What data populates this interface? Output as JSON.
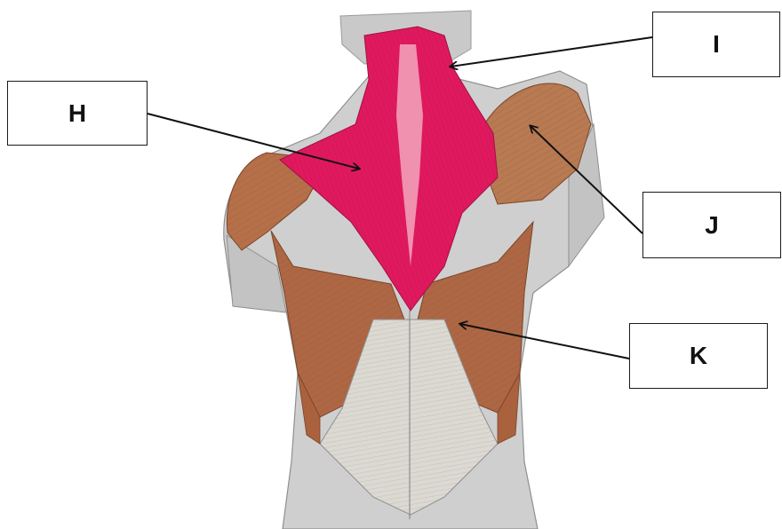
{
  "labels": {
    "h": "H",
    "i": "I",
    "j": "J",
    "k": "K"
  },
  "colors": {
    "highlight_muscle": "#e0195f",
    "muscle": "#b5704a",
    "tendon": "#d9d6cf",
    "skin": "#c8c8c8"
  }
}
